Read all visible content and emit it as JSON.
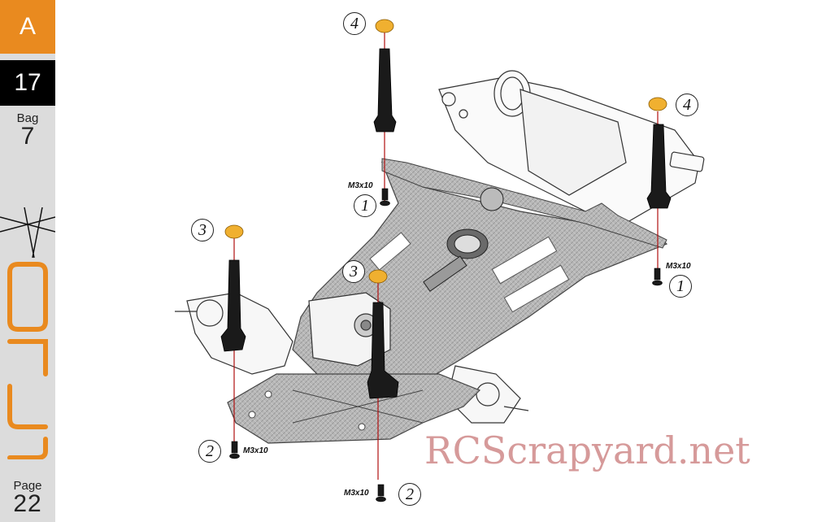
{
  "sidebar": {
    "section_letter": "A",
    "step_number": "17",
    "bag_label": "Bag",
    "bag_number": "7",
    "page_label": "Page",
    "page_number": "22"
  },
  "callouts": {
    "c1a": "1",
    "c1b": "1",
    "c2a": "2",
    "c2b": "2",
    "c3a": "3",
    "c3b": "3",
    "c4a": "4",
    "c4b": "4"
  },
  "screw_labels": {
    "s1": "M3x10",
    "s2": "M3x10",
    "s3": "M3x10",
    "s4": "M3x10"
  },
  "watermark": "RCScrapyard.net",
  "colors": {
    "accent_orange": "#e98a1f",
    "sidebar_gray": "#dcdcdc",
    "post_black": "#1a1a1a",
    "nut_gold": "#f0b030",
    "guide_red": "#b01010"
  }
}
